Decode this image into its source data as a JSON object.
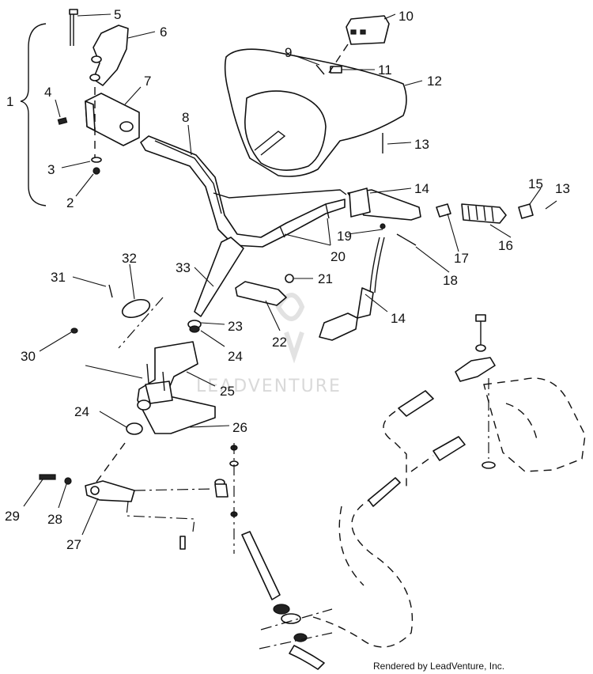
{
  "diagram": {
    "callouts": [
      "1",
      "2",
      "3",
      "4",
      "5",
      "6",
      "7",
      "8",
      "9",
      "10",
      "11",
      "12",
      "13",
      "13",
      "14",
      "14",
      "15",
      "16",
      "17",
      "18",
      "19",
      "20",
      "21",
      "22",
      "23",
      "24",
      "24",
      "25",
      "26",
      "27",
      "28",
      "29",
      "30",
      "31",
      "32",
      "33"
    ],
    "watermark": "LEADVENTURE",
    "credit": "Rendered by LeadVenture, Inc."
  }
}
